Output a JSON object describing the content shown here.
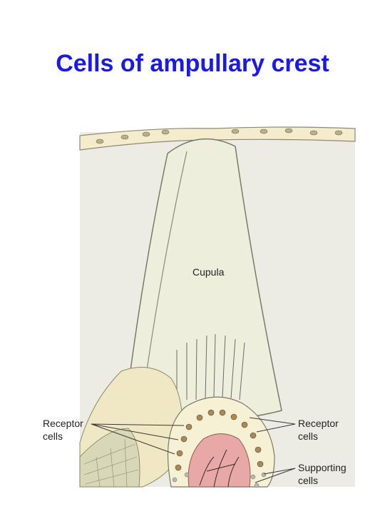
{
  "title": "Cells of ampullary crest",
  "labels": {
    "cupula": "Cupula",
    "receptor_left_1": "Receptor",
    "receptor_left_2": "cells",
    "receptor_right_1": "Receptor",
    "receptor_right_2": "cells",
    "supporting_1": "Supporting",
    "supporting_2": "cells"
  },
  "colors": {
    "title": "#1a1ae6",
    "background_tissue": "#ececE4",
    "cupula": "#eeeedc",
    "epithelium": "#f3eccb",
    "nucleus_pink": "#e8a8a6",
    "outline": "#6a6a6a"
  }
}
